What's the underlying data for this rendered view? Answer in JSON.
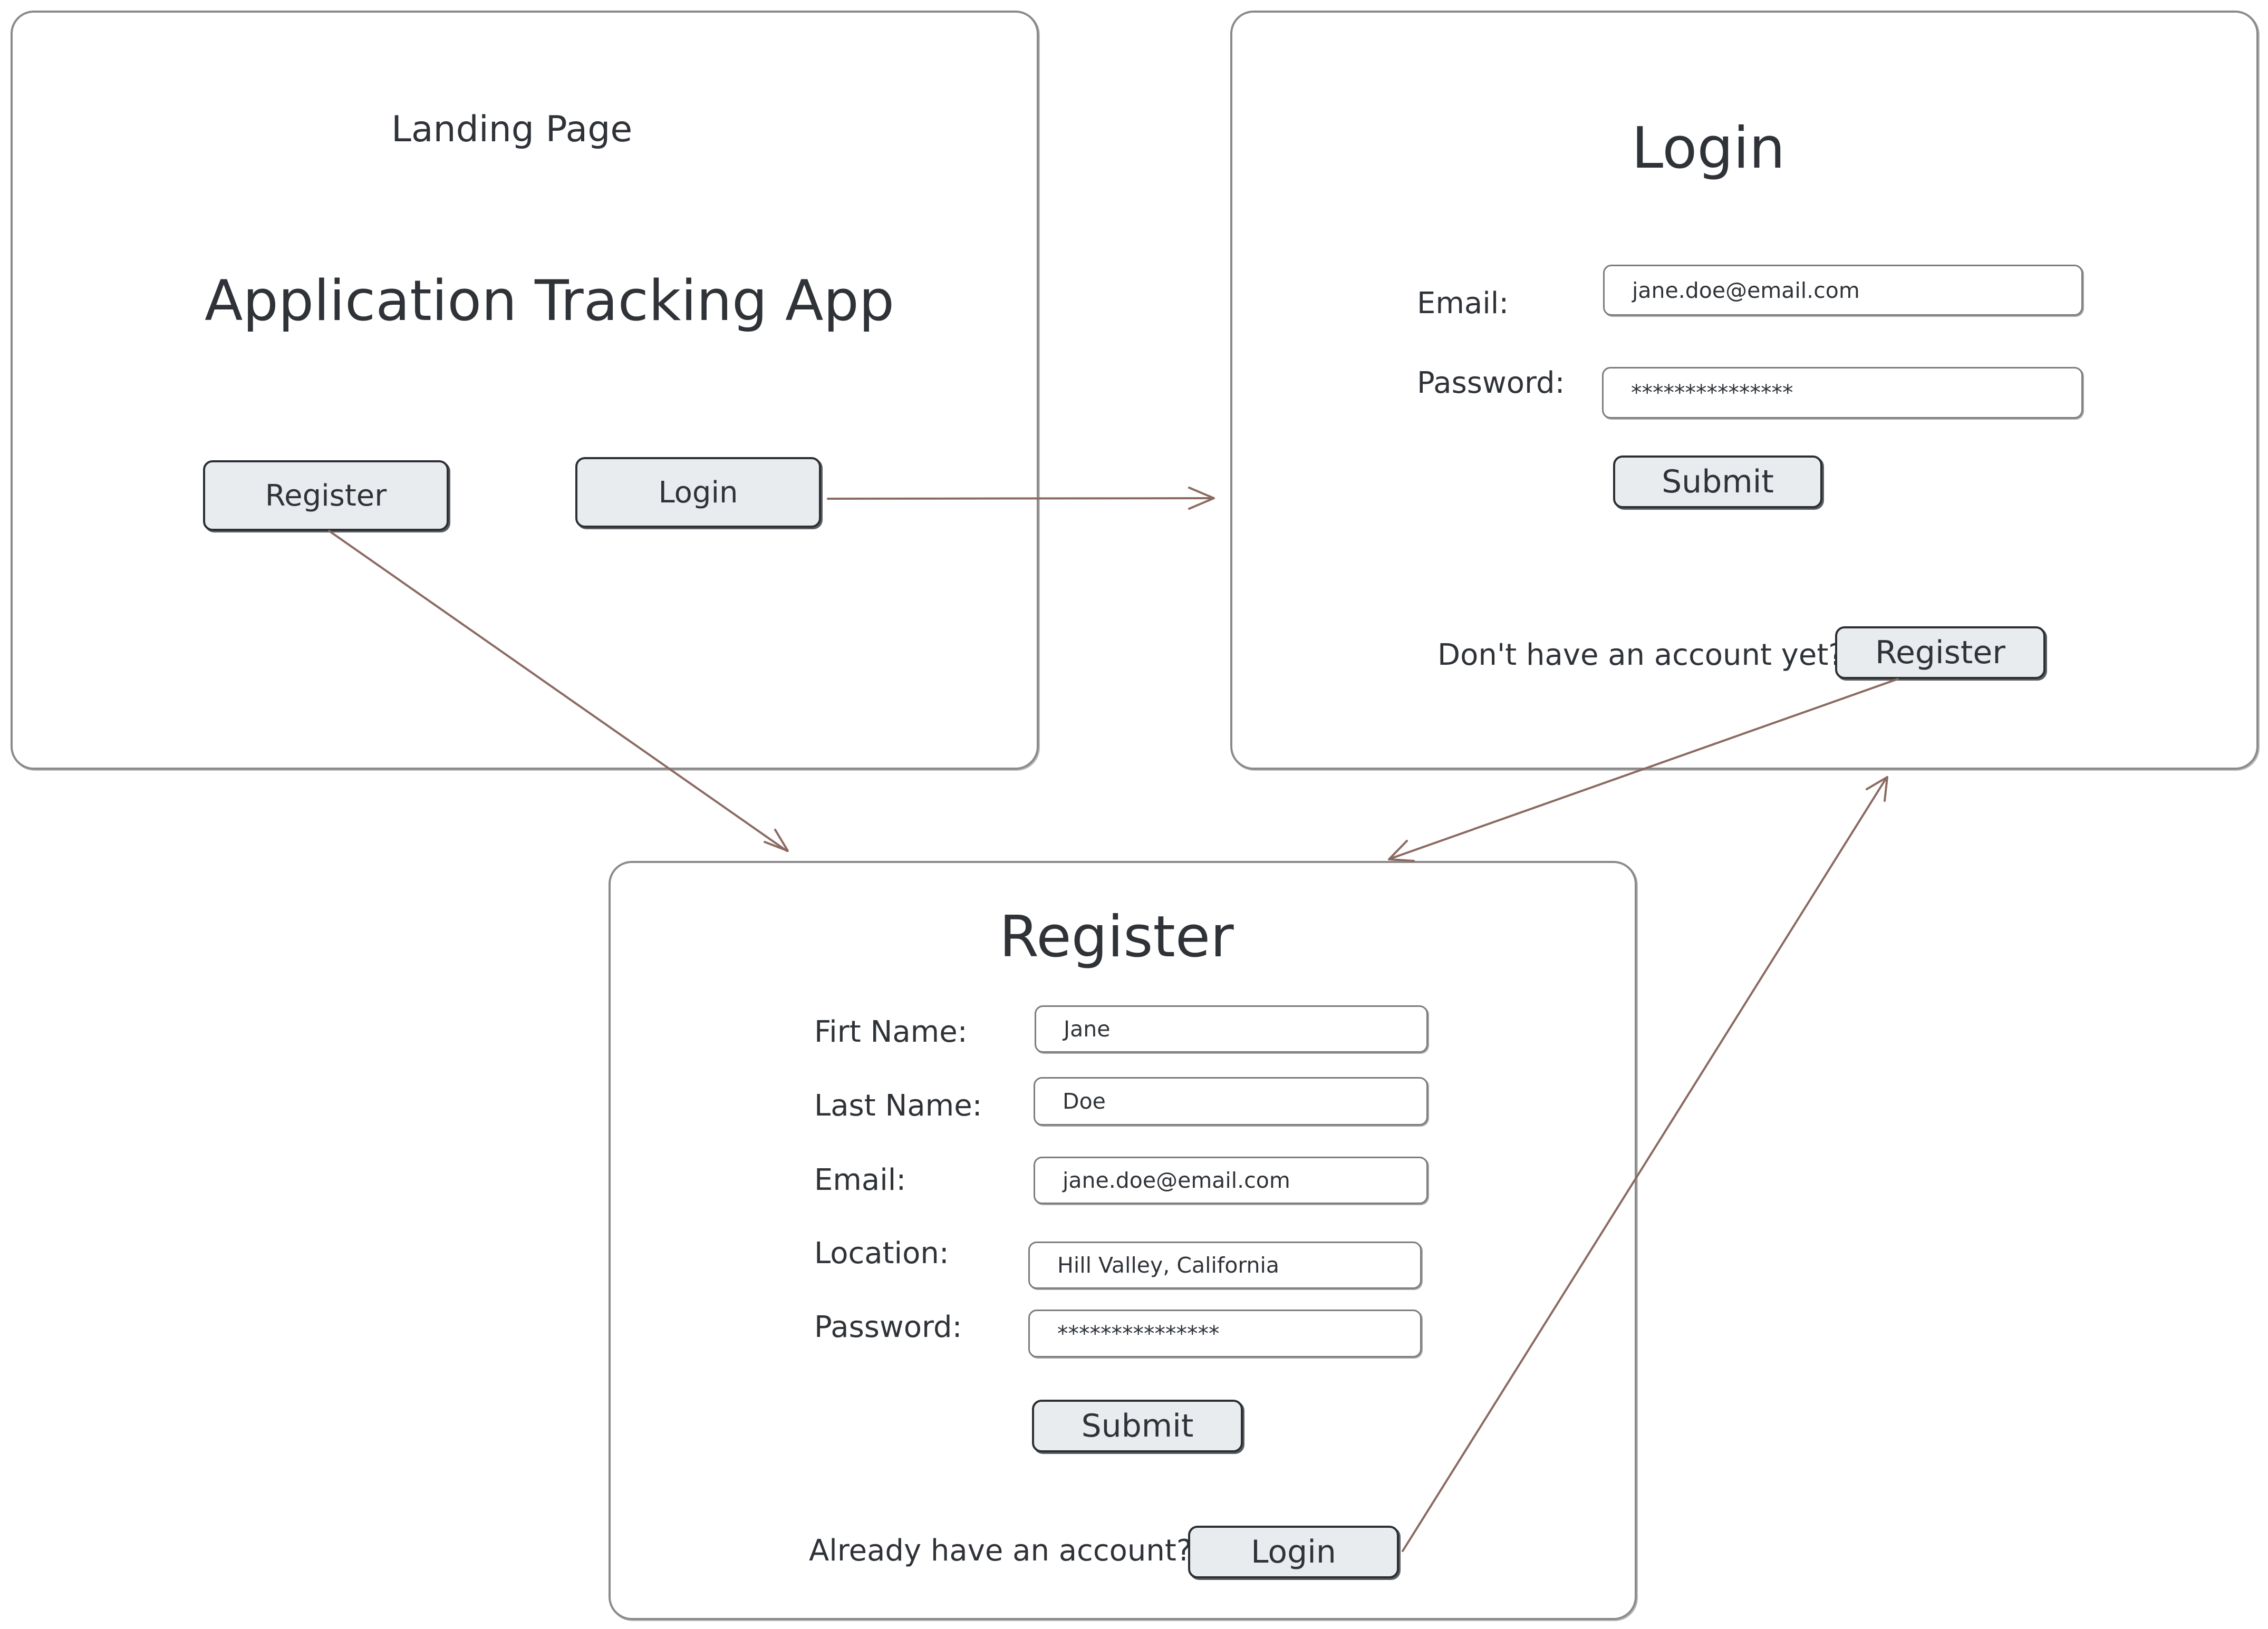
{
  "landing": {
    "caption": "Landing Page",
    "title": "Application Tracking App",
    "register_button": "Register",
    "login_button": "Login"
  },
  "login": {
    "title": "Login",
    "email_label": "Email:",
    "email_value": "jane.doe@email.com",
    "password_label": "Password:",
    "password_value": "***************",
    "submit_button": "Submit",
    "prompt": "Don't have an account yet?",
    "register_button": "Register"
  },
  "register": {
    "title": "Register",
    "first_name_label": "Firt Name:",
    "first_name_value": "Jane",
    "last_name_label": "Last Name:",
    "last_name_value": "Doe",
    "email_label": "Email:",
    "email_value": "jane.doe@email.com",
    "location_label": "Location:",
    "location_value": "Hill Valley, California",
    "password_label": "Password:",
    "password_value": "***************",
    "submit_button": "Submit",
    "prompt": "Already have an account?",
    "login_button": "Login"
  },
  "colors": {
    "arrow": "#8b6a62",
    "button_fill": "#e9ecef",
    "frame_stroke": "#8a8a8a",
    "text": "#2f3338"
  }
}
